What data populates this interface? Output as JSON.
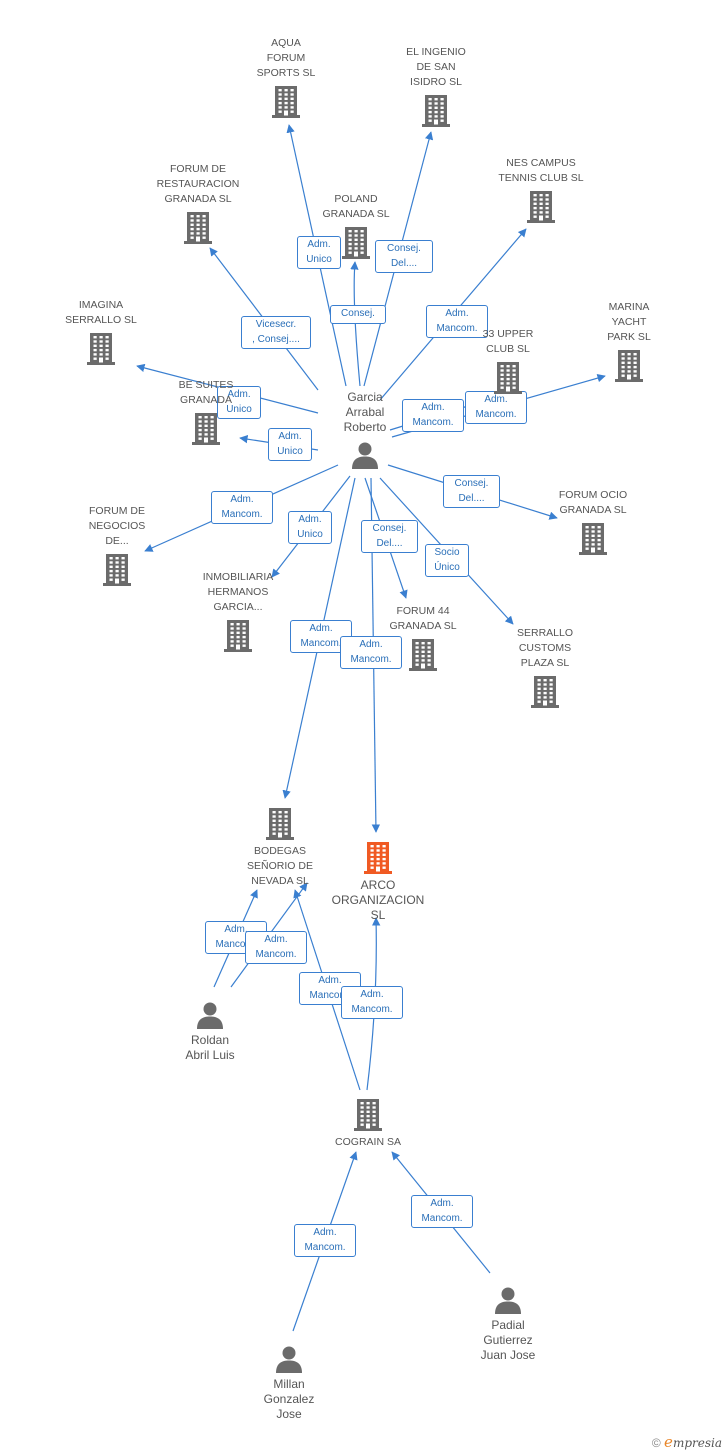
{
  "colors": {
    "edge": "#3a7fd0",
    "company": "#6b6b6b",
    "focus": "#f05a23",
    "person": "#6b6b6b",
    "label_text": "#2a6fb8"
  },
  "nodes": [
    {
      "id": "aqua",
      "kind": "company",
      "label": "AQUA\nFORUM\nSPORTS SL"
    },
    {
      "id": "ingenio",
      "kind": "company",
      "label": "EL INGENIO\nDE SAN\nISIDRO SL"
    },
    {
      "id": "restauracion",
      "kind": "company",
      "label": "FORUM DE\nRESTAURACION\nGRANADA SL"
    },
    {
      "id": "poland",
      "kind": "company",
      "label": "POLAND\nGRANADA  SL"
    },
    {
      "id": "nes",
      "kind": "company",
      "label": "NES CAMPUS\nTENNIS CLUB SL"
    },
    {
      "id": "imagina",
      "kind": "company",
      "label": "IMAGINA\nSERRALLO SL"
    },
    {
      "id": "marina",
      "kind": "company",
      "label": "MARINA\nYACHT\nPARK SL"
    },
    {
      "id": "upper",
      "kind": "company",
      "label": "33 UPPER\nCLUB SL"
    },
    {
      "id": "suites",
      "kind": "company",
      "label": "BE SUITES\nGRANADA"
    },
    {
      "id": "garcia",
      "kind": "person",
      "label": "Garcia\nArrabal\nRoberto"
    },
    {
      "id": "ocio",
      "kind": "company",
      "label": "FORUM OCIO\nGRANADA SL"
    },
    {
      "id": "negocios",
      "kind": "company",
      "label": "FORUM DE\nNEGOCIOS\nDE..."
    },
    {
      "id": "inmobiliaria",
      "kind": "company",
      "label": "INMOBILIARIA\nHERMANOS\nGARCIA..."
    },
    {
      "id": "forum44",
      "kind": "company",
      "label": "FORUM 44\nGRANADA SL"
    },
    {
      "id": "serrallo",
      "kind": "company",
      "label": "SERRALLO\nCUSTOMS\nPLAZA SL"
    },
    {
      "id": "bodegas",
      "kind": "company",
      "label": "BODEGAS\nSEÑORIO DE\nNEVADA SL"
    },
    {
      "id": "arco",
      "kind": "focus",
      "label": "ARCO\nORGANIZACION SL"
    },
    {
      "id": "roldan",
      "kind": "person",
      "label": "Roldan\nAbril Luis"
    },
    {
      "id": "cograin",
      "kind": "company",
      "label": "COGRAIN SA"
    },
    {
      "id": "padial",
      "kind": "person",
      "label": "Padial\nGutierrez\nJuan Jose"
    },
    {
      "id": "millan",
      "kind": "person",
      "label": "Millan\nGonzalez\nJose"
    }
  ],
  "relations": [
    {
      "label": "Adm.\nUnico"
    },
    {
      "label": "Consej.\nDel...."
    },
    {
      "label": "Consej."
    },
    {
      "label": "Vicesecr.\n, Consej...."
    },
    {
      "label": "Adm.\nMancom."
    },
    {
      "label": "Adm.\nUnico"
    },
    {
      "label": "Adm.\nMancom."
    },
    {
      "label": "Adm.\nMancom."
    },
    {
      "label": "Adm.\nUnico"
    },
    {
      "label": "Consej.\nDel...."
    },
    {
      "label": "Adm.\nMancom."
    },
    {
      "label": "Adm.\nUnico"
    },
    {
      "label": "Consej.\nDel...."
    },
    {
      "label": "Socio\nÚnico"
    },
    {
      "label": "Adm.\nMancom."
    },
    {
      "label": "Adm.\nMancom."
    },
    {
      "label": "Adm.\nMancom."
    },
    {
      "label": "Adm.\nMancom."
    },
    {
      "label": "Adm.\nMancom."
    },
    {
      "label": "Adm.\nMancom."
    },
    {
      "label": "Adm.\nMancom."
    },
    {
      "label": "Adm.\nMancom."
    }
  ],
  "footer": {
    "copyright": "©",
    "brand_initial": "e",
    "brand_rest": "mpresia"
  }
}
